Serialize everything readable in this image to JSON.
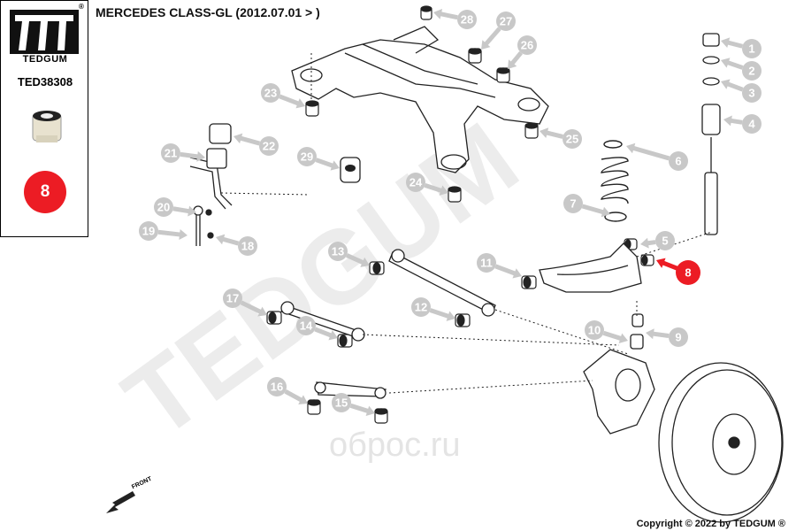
{
  "header": {
    "title": "MERCEDES CLASS-GL  (2012.07.01 > )"
  },
  "panel": {
    "brand": "TEDGUM",
    "registered_mark": "®",
    "part_number": "TED38308",
    "selected_part": "8"
  },
  "watermarks": {
    "brand": "TEDGUM",
    "site": "oбpoc.ru"
  },
  "front_label": "FRONT",
  "footer": {
    "copyright": "Copyright © 2022 by TEDGUM ®"
  },
  "callouts": [
    {
      "num": "1"
    },
    {
      "num": "2"
    },
    {
      "num": "3"
    },
    {
      "num": "4"
    },
    {
      "num": "5"
    },
    {
      "num": "6"
    },
    {
      "num": "7"
    },
    {
      "num": "8",
      "highlighted": true
    },
    {
      "num": "9"
    },
    {
      "num": "10"
    },
    {
      "num": "11"
    },
    {
      "num": "12"
    },
    {
      "num": "13"
    },
    {
      "num": "14"
    },
    {
      "num": "15"
    },
    {
      "num": "16"
    },
    {
      "num": "17"
    },
    {
      "num": "18"
    },
    {
      "num": "19"
    },
    {
      "num": "20"
    },
    {
      "num": "21"
    },
    {
      "num": "22"
    },
    {
      "num": "23"
    },
    {
      "num": "24"
    },
    {
      "num": "25"
    },
    {
      "num": "26"
    },
    {
      "num": "27"
    },
    {
      "num": "28"
    },
    {
      "num": "29"
    }
  ],
  "colors": {
    "callout_grey": "#c8c8c8",
    "highlight_red": "#ec1c24",
    "watermark": "#ececec",
    "line": "#222222"
  }
}
